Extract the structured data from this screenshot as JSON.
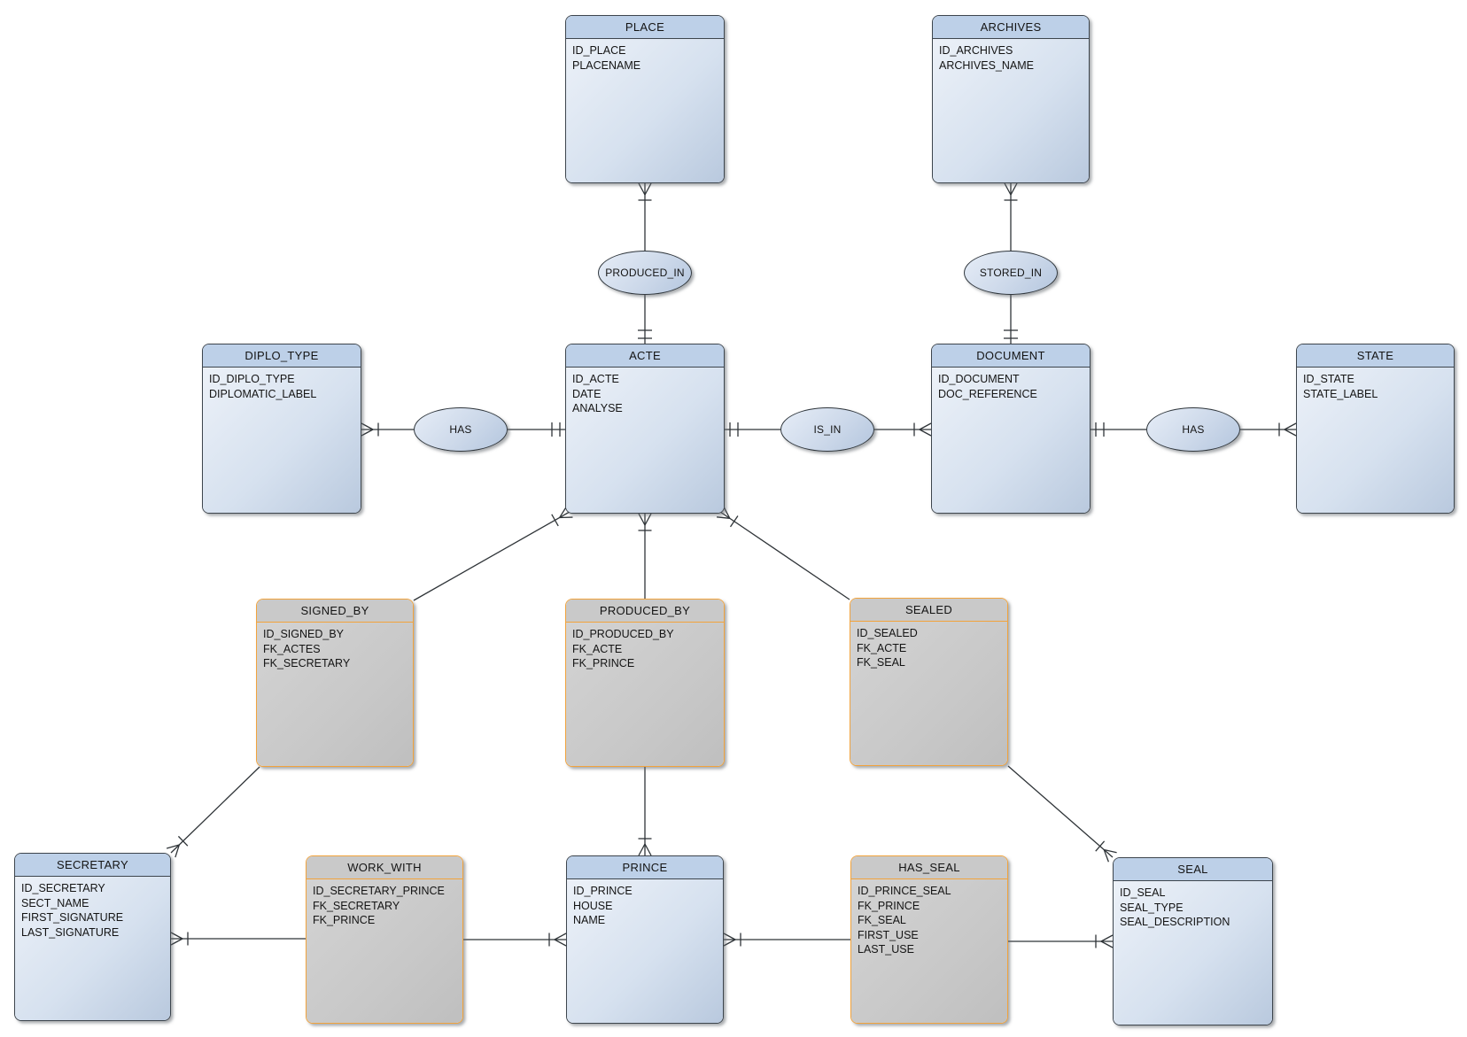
{
  "diagram": {
    "kind": "entity-relationship-diagram",
    "background": "#ffffff"
  },
  "colors": {
    "entity_header": "#bdd0e8",
    "entity_body_light": "#ecf1f8",
    "entity_body_dark": "#b9c9de",
    "entity_border": "#3d454d",
    "association_fill": "#c9c9c9",
    "association_border": "#f2a33c",
    "connector_line": "#2f3438"
  },
  "entities": [
    {
      "id": "place",
      "title": "PLACE",
      "kind": "entity",
      "attributes": [
        "ID_PLACE",
        "PLACENAME"
      ]
    },
    {
      "id": "archives",
      "title": "ARCHIVES",
      "kind": "entity",
      "attributes": [
        "ID_ARCHIVES",
        "ARCHIVES_NAME"
      ]
    },
    {
      "id": "diplo_type",
      "title": "DIPLO_TYPE",
      "kind": "entity",
      "attributes": [
        "ID_DIPLO_TYPE",
        "DIPLOMATIC_LABEL"
      ]
    },
    {
      "id": "acte",
      "title": "ACTE",
      "kind": "entity",
      "attributes": [
        "ID_ACTE",
        "DATE",
        "ANALYSE"
      ]
    },
    {
      "id": "document",
      "title": "DOCUMENT",
      "kind": "entity",
      "attributes": [
        "ID_DOCUMENT",
        "DOC_REFERENCE"
      ]
    },
    {
      "id": "state",
      "title": "STATE",
      "kind": "entity",
      "attributes": [
        "ID_STATE",
        "STATE_LABEL"
      ]
    },
    {
      "id": "signed_by",
      "title": "SIGNED_BY",
      "kind": "association",
      "attributes": [
        "ID_SIGNED_BY",
        "FK_ACTES",
        "FK_SECRETARY"
      ]
    },
    {
      "id": "produced_by",
      "title": "PRODUCED_BY",
      "kind": "association",
      "attributes": [
        "ID_PRODUCED_BY",
        "FK_ACTE",
        "FK_PRINCE"
      ]
    },
    {
      "id": "sealed",
      "title": "SEALED",
      "kind": "association",
      "attributes": [
        "ID_SEALED",
        "FK_ACTE",
        "FK_SEAL"
      ]
    },
    {
      "id": "secretary",
      "title": "SECRETARY",
      "kind": "entity",
      "attributes": [
        "ID_SECRETARY",
        "SECT_NAME",
        "FIRST_SIGNATURE",
        "LAST_SIGNATURE"
      ]
    },
    {
      "id": "work_with",
      "title": "WORK_WITH",
      "kind": "association",
      "attributes": [
        "ID_SECRETARY_PRINCE",
        "FK_SECRETARY",
        "FK_PRINCE"
      ]
    },
    {
      "id": "prince",
      "title": "PRINCE",
      "kind": "entity",
      "attributes": [
        "ID_PRINCE",
        "HOUSE",
        "NAME"
      ]
    },
    {
      "id": "has_seal",
      "title": "HAS_SEAL",
      "kind": "association",
      "attributes": [
        "ID_PRINCE_SEAL",
        "FK_PRINCE",
        "FK_SEAL",
        "FIRST_USE",
        "LAST_USE"
      ]
    },
    {
      "id": "seal",
      "title": "SEAL",
      "kind": "entity",
      "attributes": [
        "ID_SEAL",
        "SEAL_TYPE",
        "SEAL_DESCRIPTION"
      ]
    }
  ],
  "relationships": [
    {
      "id": "produced_in",
      "label": "PRODUCED_IN"
    },
    {
      "id": "stored_in",
      "label": "STORED_IN"
    },
    {
      "id": "has_left",
      "label": "HAS"
    },
    {
      "id": "is_in",
      "label": "IS_IN"
    },
    {
      "id": "has_right",
      "label": "HAS"
    }
  ],
  "connectors": [
    {
      "from": "place",
      "to": "produced_in",
      "marker": "crow_tick"
    },
    {
      "from": "acte",
      "to": "produced_in",
      "marker": "one_one"
    },
    {
      "from": "archives",
      "to": "stored_in",
      "marker": "crow_tick"
    },
    {
      "from": "document",
      "to": "stored_in",
      "marker": "one_one"
    },
    {
      "from": "diplo_type",
      "to": "has_left",
      "marker": "crow_tick"
    },
    {
      "from": "acte",
      "to": "has_left",
      "marker": "one_one"
    },
    {
      "from": "acte",
      "to": "is_in",
      "marker": "one_one"
    },
    {
      "from": "document",
      "to": "is_in",
      "marker": "crow_tick"
    },
    {
      "from": "document",
      "to": "has_right",
      "marker": "one_one"
    },
    {
      "from": "state",
      "to": "has_right",
      "marker": "crow_tick"
    },
    {
      "from": "acte",
      "to": "signed_by",
      "marker": "crow_tick"
    },
    {
      "from": "acte",
      "to": "produced_by",
      "marker": "crow_tick"
    },
    {
      "from": "acte",
      "to": "sealed",
      "marker": "crow_tick"
    },
    {
      "from": "secretary",
      "to": "signed_by",
      "marker": "crow_tick"
    },
    {
      "from": "prince",
      "to": "produced_by",
      "marker": "crow_tick"
    },
    {
      "from": "seal",
      "to": "sealed",
      "marker": "crow_tick"
    },
    {
      "from": "secretary",
      "to": "work_with",
      "marker": "crow_tick"
    },
    {
      "from": "prince",
      "to": "work_with",
      "marker": "crow_tick"
    },
    {
      "from": "prince",
      "to": "has_seal",
      "marker": "crow_tick"
    },
    {
      "from": "seal",
      "to": "has_seal",
      "marker": "crow_tick"
    }
  ]
}
